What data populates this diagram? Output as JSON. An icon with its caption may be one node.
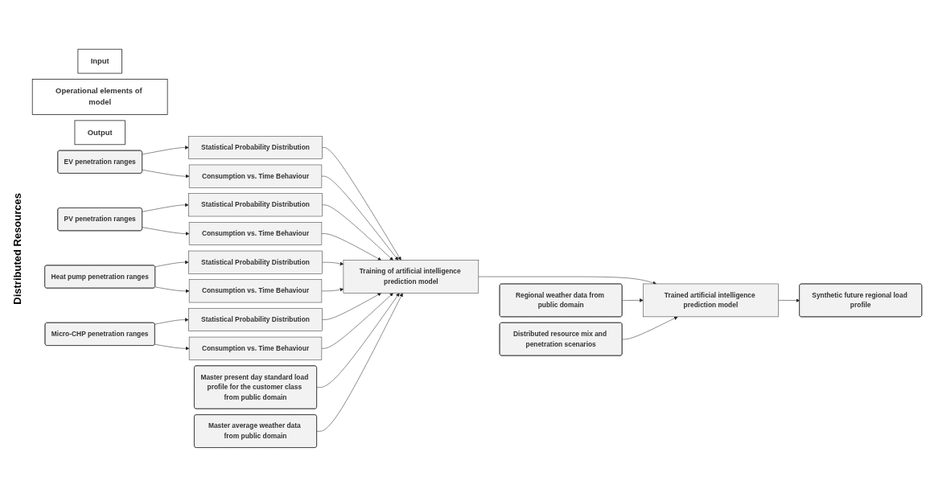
{
  "diagram": {
    "nodes": [
      {
        "text": [
          "Input"
        ]
      },
      {
        "text": [
          "Operational elements of model"
        ]
      },
      {
        "text": [
          "Output"
        ]
      },
      {
        "text": [
          "EV penetration ranges"
        ]
      },
      {
        "text": [
          "PV penetration ranges"
        ]
      },
      {
        "text": [
          "Heat pump penetration ranges"
        ]
      },
      {
        "text": [
          "Micro-CHP penetration ranges"
        ]
      },
      {
        "text": [
          "Statistical Probability Distribution"
        ]
      },
      {
        "text": [
          "Consumption vs. Time Behaviour"
        ]
      },
      {
        "text": [
          "Statistical Probability Distribution"
        ]
      },
      {
        "text": [
          "Consumption vs. Time Behaviour"
        ]
      },
      {
        "text": [
          "Statistical Probability Distribution"
        ]
      },
      {
        "text": [
          "Consumption vs. Time Behaviour"
        ]
      },
      {
        "text": [
          "Statistical Probability Distribution"
        ]
      },
      {
        "text": [
          "Consumption vs. Time Behaviour"
        ]
      },
      {
        "text": [
          "Master present day standard load profile for the customer class from public domain"
        ]
      },
      {
        "text": [
          "Master average weather data from public domain"
        ]
      },
      {
        "text": [
          "Training of artificial intelligence prediction model"
        ]
      },
      {
        "text": [
          "Regional weather data from public domain"
        ]
      },
      {
        "text": [
          "Distributed resource mix and penetration scenarios"
        ]
      },
      {
        "text": [
          "Trained artificial intelligence prediction model"
        ]
      },
      {
        "text": [
          "Synthetic future regional load profile"
        ]
      }
    ],
    "edges": [
      {
        "from": 3,
        "to": 7,
        "arrow": "to"
      },
      {
        "from": 3,
        "to": 8,
        "arrow": "to"
      },
      {
        "from": 4,
        "to": 9,
        "arrow": "to"
      },
      {
        "from": 4,
        "to": 10,
        "arrow": "to"
      },
      {
        "from": 5,
        "to": 11,
        "arrow": "to"
      },
      {
        "from": 5,
        "to": 12,
        "arrow": "to"
      },
      {
        "from": 6,
        "to": 13,
        "arrow": "to"
      },
      {
        "from": 6,
        "to": 14,
        "arrow": "to"
      },
      {
        "from": 7,
        "to": 17,
        "arrow": "to"
      },
      {
        "from": 8,
        "to": 17,
        "arrow": "to"
      },
      {
        "from": 9,
        "to": 17,
        "arrow": "to"
      },
      {
        "from": 10,
        "to": 17,
        "arrow": "to"
      },
      {
        "from": 11,
        "to": 17,
        "arrow": "to"
      },
      {
        "from": 12,
        "to": 17,
        "arrow": "to"
      },
      {
        "from": 13,
        "to": 17,
        "arrow": "to"
      },
      {
        "from": 14,
        "to": 17,
        "arrow": "to"
      },
      {
        "from": 15,
        "to": 17,
        "arrow": "to"
      },
      {
        "from": 16,
        "to": 17,
        "arrow": "to"
      },
      {
        "from": 17,
        "to": 20,
        "arrow": "to"
      },
      {
        "from": 18,
        "to": 20,
        "arrow": "to"
      },
      {
        "from": 19,
        "to": 20,
        "arrow": "to"
      },
      {
        "from": 20,
        "to": 21,
        "arrow": "to"
      }
    ],
    "labels": [
      "Distributed Resources"
    ]
  }
}
